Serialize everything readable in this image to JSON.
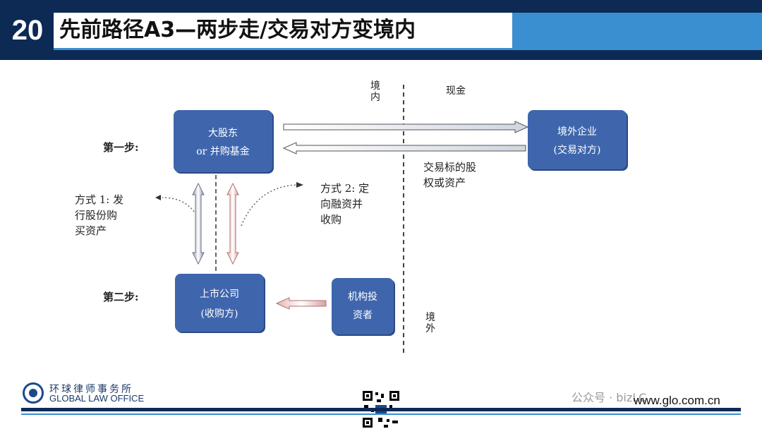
{
  "header": {
    "slide_number": "20",
    "title": "先前路径A3—两步走/交易对方变境内"
  },
  "diagram": {
    "domestic_label": "境内",
    "overseas_label": "境外",
    "cash_label": "现金",
    "step1_label": "第一步:",
    "step2_label": "第二步:",
    "major_shareholder": {
      "line1": "大股东",
      "line2": "or 并购基金"
    },
    "overseas_company": {
      "line1": "境外企业",
      "line2": "(交易对方)"
    },
    "listed_company": {
      "line1": "上市公司",
      "line2": "(收购方)"
    },
    "institutional_investor": {
      "line1": "机构投",
      "line2": "资者"
    },
    "target_equity": {
      "line1": "交易标的股",
      "line2": "权或资产"
    },
    "method1": {
      "line1": "方式 1: 发",
      "line2": "行股份购",
      "line3": "买资产"
    },
    "method2": {
      "line1": "方式 2: 定",
      "line2": "向融资并",
      "line3": "收购"
    }
  },
  "footer": {
    "firm_cn": "环球律师事务所",
    "firm_en": "GLOBAL LAW OFFICE",
    "watermark": "公众号 · bizLC",
    "website": "www.glo.com.cn"
  },
  "colors": {
    "navy": "#0d2a55",
    "accent_blue": "#3a8fd0",
    "box_blue": "#3f66ad"
  }
}
